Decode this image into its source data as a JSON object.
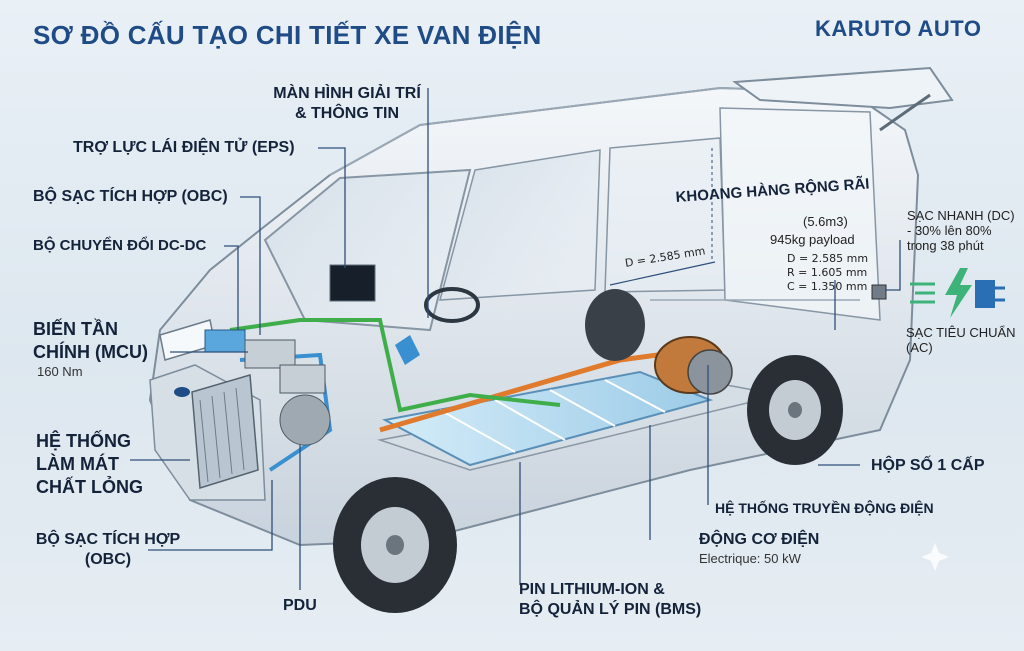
{
  "header": {
    "title": "SƠ ĐỒ CẤU TẠO CHI TIẾT XE VAN ĐIỆN",
    "brand": "KARUTO AUTO"
  },
  "labels": {
    "infotainment": [
      "MÀN HÌNH GIẢI TRÍ",
      "& THÔNG TIN"
    ],
    "eps": "TRỢ LỰC LÁI ĐIỆN TỬ (EPS)",
    "obc_top": "BỘ SẠC TÍCH HỢP (OBC)",
    "dcdc": "BỘ CHUYỂN ĐỔI DC-DC",
    "mcu": [
      "BIẾN TẦN",
      "CHÍNH (MCU)"
    ],
    "mcu_spec": "160 Nm",
    "cooling": [
      "HỆ THỐNG",
      "LÀM MÁT",
      "CHẤT LỎNG"
    ],
    "obc_bottom": [
      "BỘ SẠC TÍCH HỢP",
      "(OBC)"
    ],
    "pdu": "PDU",
    "battery": [
      "PIN LITHIUM-ION &",
      "BỘ QUẢN LÝ PIN (BMS)"
    ],
    "motor": "ĐỘNG CƠ ĐIỆN",
    "motor_spec": "Electrique: 50 kW",
    "drivetrain": "HỆ THỐNG TRUYỀN ĐỘNG ĐIỆN",
    "gearbox": "HỘP SỐ 1 CẤP",
    "fast_charge": "SẠC NHANH (DC)",
    "fast_charge_note": [
      "- 30% lên 80%",
      "trong 38 phút"
    ],
    "ac_charge": "SẠC TIÊU CHUẨN (AC)",
    "cargo": "KHOANG HÀNG RỘNG RÃI",
    "cargo_volume": "(5.6m3)",
    "cargo_payload": "945kg payload",
    "cargo_length": "D = 2.585 mm",
    "dims": [
      "D = 2.585 mm",
      "R = 1.605 mm",
      "C = 1.350 mm"
    ]
  },
  "colors": {
    "title": "#1f4b86",
    "leader": "#2f4f7a",
    "battery": "#a9d3ee",
    "hv_cable": "#e07a2c",
    "coolant": "#3fae4a",
    "coolant_blue": "#3a8fd0",
    "charge_icon": "#3db37a"
  },
  "icons": [
    "charging-bolt-icon",
    "sparkle-icon"
  ]
}
